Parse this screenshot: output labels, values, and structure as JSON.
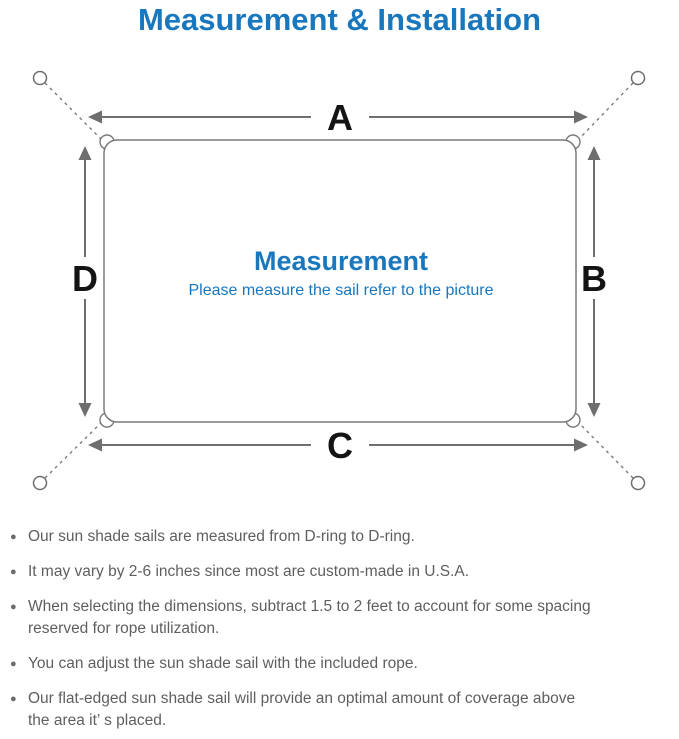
{
  "title": "Measurement & Installation",
  "colors": {
    "accent_blue": "#1877bd",
    "line_gray": "#7a7a7a",
    "arrow_gray": "#6e6e6e",
    "label_black": "#141414",
    "note_gray": "#5f5f5f"
  },
  "diagram": {
    "dimension_labels": {
      "top": "A",
      "right": "B",
      "bottom": "C",
      "left": "D"
    },
    "center_title": "Measurement",
    "center_subtitle": "Please measure the sail refer to the picture"
  },
  "notes": {
    "bullet_glyph": "●",
    "items": [
      "Our sun shade sails are measured from D-ring to D-ring.",
      "It may vary by 2-6 inches since most are custom-made in U.S.A.",
      "When selecting the dimensions, subtract 1.5 to 2 feet to account for some spacing\nreserved for rope utilization.",
      "You can adjust the sun shade sail with the included rope.",
      "Our flat-edged sun shade sail will provide an optimal amount of coverage above\nthe area it’ s placed."
    ]
  }
}
